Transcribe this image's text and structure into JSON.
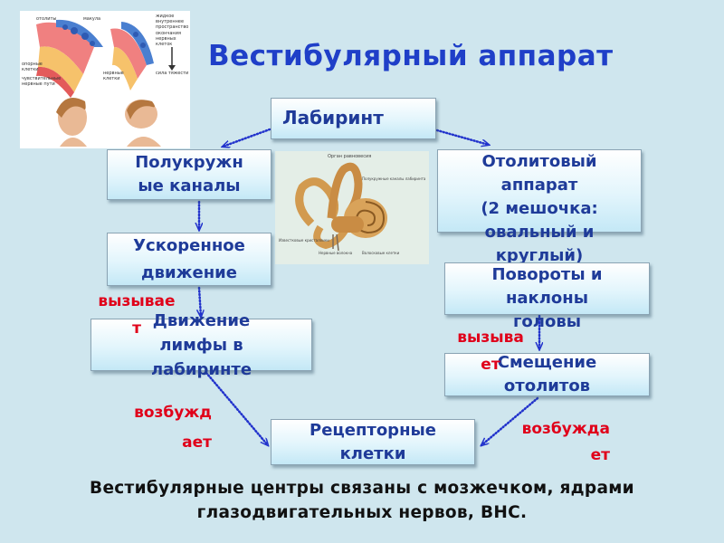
{
  "title": "Вестибулярный аппарат",
  "nodes": {
    "labyrinth": "Лабиринт",
    "semicircular": "Полукружн\nые каналы",
    "otolith_apparatus": "Отолитовый\nаппарат\n(2 мешочка:\nовальный и\nкруглый)",
    "accelerated": "Ускоренное\nдвижение",
    "head_turns": "Повороты и\nнаклоны\nголовы",
    "lymph": "Движение\nлимфы в\nлабиринте",
    "displacement": "Смещение\nотолитов",
    "receptors": "Рецепторные\nклетки"
  },
  "labels": {
    "causes_left": "вызывае\nт",
    "causes_right": "вызыва\nет",
    "excites_left": "возбужд\nает",
    "excites_right": "возбужда\nет"
  },
  "figure_labels": {
    "otoliths": "отолиты",
    "macula": "макула",
    "support_cells": "опорные\nклетки",
    "sensory_cells": "чувствительные\nнервные пути",
    "inner_fluid": "жидкое\nвнутреннее\nпространство",
    "nerve_endings": "окончания\nнервных\nклеток",
    "nerve_cells": "нервные\nклетки",
    "gravity": "сила тяжести",
    "organ_title": "Орган равновесия",
    "canals_label": "Полукружные каналы лабиринта",
    "calc": "Известковые кристаллики",
    "nerve_fibers": "Нервные волокна",
    "hair_cells": "Волосковые клетки"
  },
  "footer": "Вестибулярные центры связаны с мозжечком, ядрами\nглазодвигательных нервов, ВНС.",
  "colors": {
    "title": "#1f3fc8",
    "node_text": "#1f3b99",
    "arrow": "#2233cc",
    "red_label": "#e0001a",
    "background": "#cfe6ee"
  }
}
